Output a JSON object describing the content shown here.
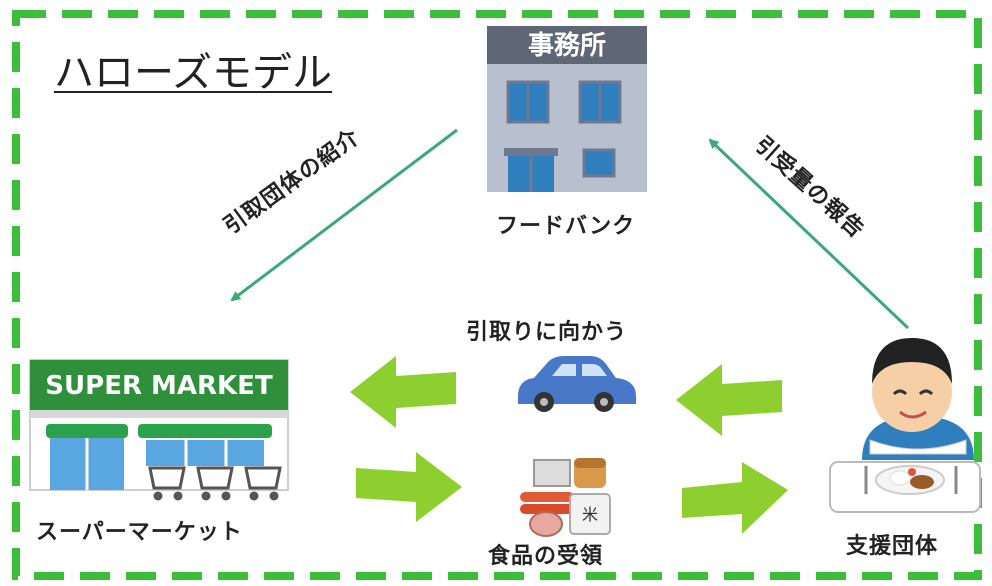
{
  "diagram": {
    "title": "ハローズモデル",
    "nodes": {
      "food_bank": {
        "label": "フードバンク",
        "sign": "事務所"
      },
      "supermarket": {
        "label": "スーパーマーケット",
        "sign": "SUPER MARKET"
      },
      "support_group": {
        "label": "支援団体"
      },
      "pickup": {
        "label": "引取りに向かう"
      },
      "receive": {
        "label": "食品の受領"
      }
    },
    "edges": {
      "introduce": {
        "label": "引取団体の紹介"
      },
      "report": {
        "label": "引受量の報告"
      }
    },
    "colors": {
      "border": "#3bbf3b",
      "block_arrow": "#8ccf2e",
      "thin_arrow": "#3aa878",
      "sign_green": "#2f8f3a",
      "car_blue": "#4a78c8"
    }
  }
}
